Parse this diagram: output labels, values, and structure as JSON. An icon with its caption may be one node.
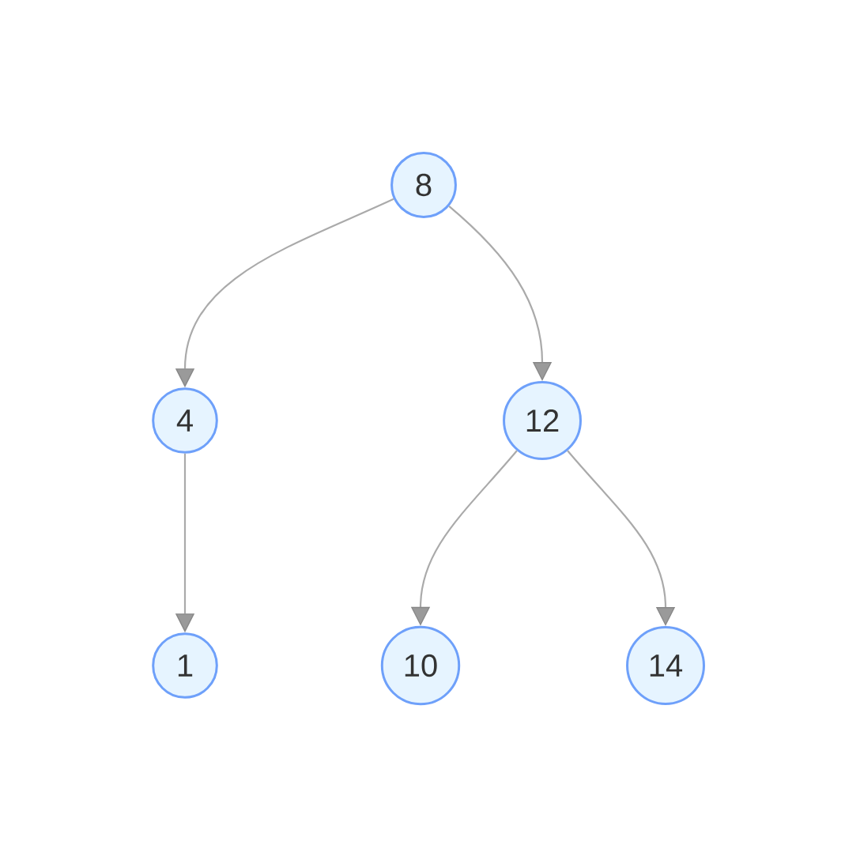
{
  "diagram": {
    "nodes": [
      {
        "text": [
          "8"
        ]
      },
      {
        "text": [
          "4"
        ]
      },
      {
        "text": [
          "12"
        ]
      },
      {
        "text": [
          "1"
        ]
      },
      {
        "text": [
          "10"
        ]
      },
      {
        "text": [
          "14"
        ]
      }
    ],
    "edges": [
      {
        "from": 0,
        "to": 1,
        "arrow": "to"
      },
      {
        "from": 0,
        "to": 2,
        "arrow": "to"
      },
      {
        "from": 1,
        "to": 3,
        "arrow": "to"
      },
      {
        "from": 2,
        "to": 4,
        "arrow": "to"
      },
      {
        "from": 2,
        "to": 5,
        "arrow": "to"
      }
    ]
  }
}
